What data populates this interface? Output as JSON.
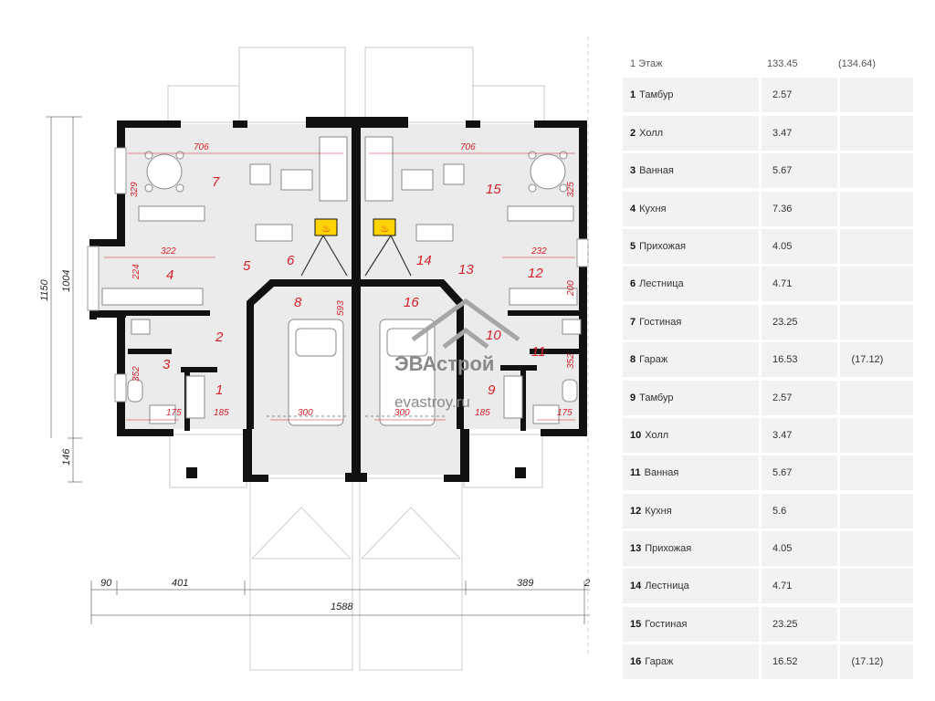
{
  "watermark": {
    "brand": "ЭВАстрой",
    "url": "evastroy.ru"
  },
  "plan": {
    "rooms": [
      {
        "num": "1"
      },
      {
        "num": "2"
      },
      {
        "num": "3"
      },
      {
        "num": "4"
      },
      {
        "num": "5"
      },
      {
        "num": "6"
      },
      {
        "num": "7"
      },
      {
        "num": "8"
      },
      {
        "num": "9"
      },
      {
        "num": "10"
      },
      {
        "num": "11"
      },
      {
        "num": "12"
      },
      {
        "num": "13"
      },
      {
        "num": "14"
      },
      {
        "num": "15"
      },
      {
        "num": "16"
      }
    ],
    "inner_dims": [
      "706",
      "706",
      "329",
      "325",
      "322",
      "232",
      "224",
      "200",
      "593",
      "352",
      "352",
      "175",
      "185",
      "300",
      "300",
      "185",
      "175"
    ],
    "outer_dims": [
      "1150",
      "1004",
      "146",
      "90",
      "401",
      "389",
      "2",
      "1588"
    ]
  },
  "table": {
    "header": {
      "label": "1 Этаж",
      "area": "133.45",
      "area_total": "(134.64)"
    },
    "rows": [
      {
        "num": "1",
        "name": "Тамбур",
        "area": "2.57",
        "area_total": ""
      },
      {
        "num": "2",
        "name": "Холл",
        "area": "3.47",
        "area_total": ""
      },
      {
        "num": "3",
        "name": "Ванная",
        "area": "5.67",
        "area_total": ""
      },
      {
        "num": "4",
        "name": "Кухня",
        "area": "7.36",
        "area_total": ""
      },
      {
        "num": "5",
        "name": "Прихожая",
        "area": "4.05",
        "area_total": ""
      },
      {
        "num": "6",
        "name": "Лестница",
        "area": "4.71",
        "area_total": ""
      },
      {
        "num": "7",
        "name": "Гостиная",
        "area": "23.25",
        "area_total": ""
      },
      {
        "num": "8",
        "name": "Гараж",
        "area": "16.53",
        "area_total": "(17.12)"
      },
      {
        "num": "9",
        "name": "Тамбур",
        "area": "2.57",
        "area_total": ""
      },
      {
        "num": "10",
        "name": "Холл",
        "area": "3.47",
        "area_total": ""
      },
      {
        "num": "11",
        "name": "Ванная",
        "area": "5.67",
        "area_total": ""
      },
      {
        "num": "12",
        "name": "Кухня",
        "area": "5.6",
        "area_total": ""
      },
      {
        "num": "13",
        "name": "Прихожая",
        "area": "4.05",
        "area_total": ""
      },
      {
        "num": "14",
        "name": "Лестница",
        "area": "4.71",
        "area_total": ""
      },
      {
        "num": "15",
        "name": "Гостиная",
        "area": "23.25",
        "area_total": ""
      },
      {
        "num": "16",
        "name": "Гараж",
        "area": "16.52",
        "area_total": "(17.12)"
      }
    ]
  },
  "colors": {
    "wall": "#111111",
    "floor": "#ebebeb",
    "accent": "#d8202a",
    "fireplace": "#ffd400"
  }
}
